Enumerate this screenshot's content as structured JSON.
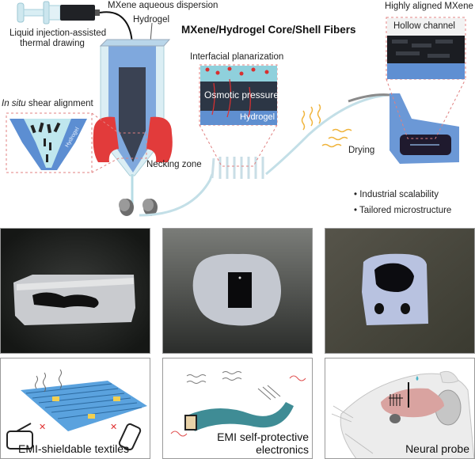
{
  "figure": {
    "title": "MXene/Hydrogel Core/Shell Fibers",
    "schematic": {
      "syringe_label": "MXene aqueous dispersion",
      "hydrogel_label": "Hydrogel",
      "process_label_line1": "Liquid injection-assisted",
      "process_label_line2": "thermal drawing",
      "shear_label_italic": "In situ",
      "shear_label_rest": " shear alignment",
      "shear_inset_side_label": "Hydrogel",
      "necking_label": "Necking zone",
      "interfacial_label": "Interfacial planarization",
      "osmotic_label": "Osmotic pressure",
      "interfacial_hydrogel_label": "Hydrogel",
      "drying_label": "Drying",
      "aligned_label": "Highly aligned MXene",
      "hollow_label": "Hollow channel",
      "bullets": [
        "Industrial scalability",
        "Tailored microstructure"
      ]
    },
    "photos": [
      {
        "name": "cross-section-photo-1"
      },
      {
        "name": "cross-section-photo-2"
      },
      {
        "name": "cross-section-photo-3"
      }
    ],
    "applications": [
      {
        "label": "EMI-shieldable textiles"
      },
      {
        "label_line1": "EMI self-protective",
        "label_line2": "electronics"
      },
      {
        "label": "Neural probe"
      }
    ],
    "colors": {
      "hydrogel_blue": "#5b8fd6",
      "heater_red": "#e03a3a",
      "dashed_red": "#e07070",
      "mxene_dark": "#2a2f38",
      "drying_wave": "#f0b43c",
      "fiber_teal": "#3f8c95"
    }
  }
}
